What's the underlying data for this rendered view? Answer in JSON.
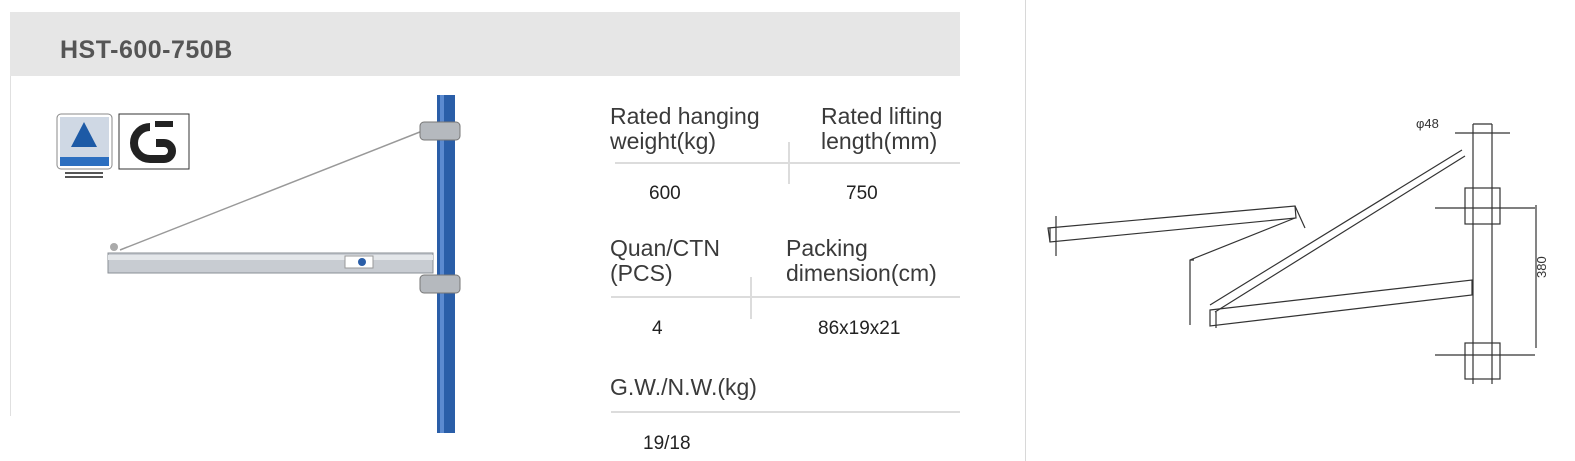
{
  "header": {
    "title": "HST-600-750B"
  },
  "logos": {
    "tuv": "TÜV Rheinland",
    "gs": "GS"
  },
  "specs": {
    "rated_hanging_weight": {
      "label_line1": "Rated hanging",
      "label_line2": "weight(kg)",
      "value": "600"
    },
    "rated_lifting_length": {
      "label_line1": "Rated lifting",
      "label_line2": "length(mm)",
      "value": "750"
    },
    "quan_ctn": {
      "label_line1": "Quan/CTN",
      "label_line2": "(PCS)",
      "value": "4"
    },
    "packing_dimension": {
      "label_line1": "Packing",
      "label_line2": "dimension(cm)",
      "value": "86x19x21"
    },
    "gw_nw": {
      "label": "G.W./N.W.(kg)",
      "value": "19/18"
    }
  },
  "diagram": {
    "diameter_label": "φ48",
    "height_label": "380"
  },
  "colors": {
    "pole": "#2a5ea8",
    "header_bg": "#e6e6e6"
  }
}
